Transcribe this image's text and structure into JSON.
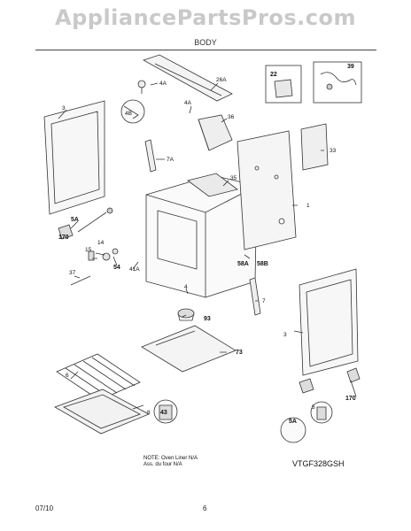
{
  "watermark": "AppliancePartsPros.com",
  "section_title": "BODY",
  "note": {
    "line1": "NOTE: Oven Liner N/A",
    "line2": "Ass. du four N/A"
  },
  "model": "VTGF328GSH",
  "footer": {
    "date": "07/10",
    "page": "6"
  },
  "callouts": {
    "c3a": "3",
    "c4a_top": "4A",
    "c4b": "4B",
    "c26a": "26A",
    "c4a_mid": "4A",
    "c36": "36",
    "c22": "22",
    "c39": "39",
    "c7a": "7A",
    "c35": "35",
    "c33": "33",
    "c1": "1",
    "c5a_left": "5A",
    "c170_left": "170",
    "c14": "14",
    "c15": "15",
    "c54": "54",
    "c41a": "41A",
    "c37": "37",
    "c4": "4",
    "c58a": "58A",
    "c58b": "58B",
    "c7": "7",
    "c93": "93",
    "c73": "73",
    "c3b": "3",
    "c6": "6",
    "c8": "8",
    "c43": "43",
    "c5": "5",
    "c5a_right": "5A",
    "c170_right": "170"
  }
}
